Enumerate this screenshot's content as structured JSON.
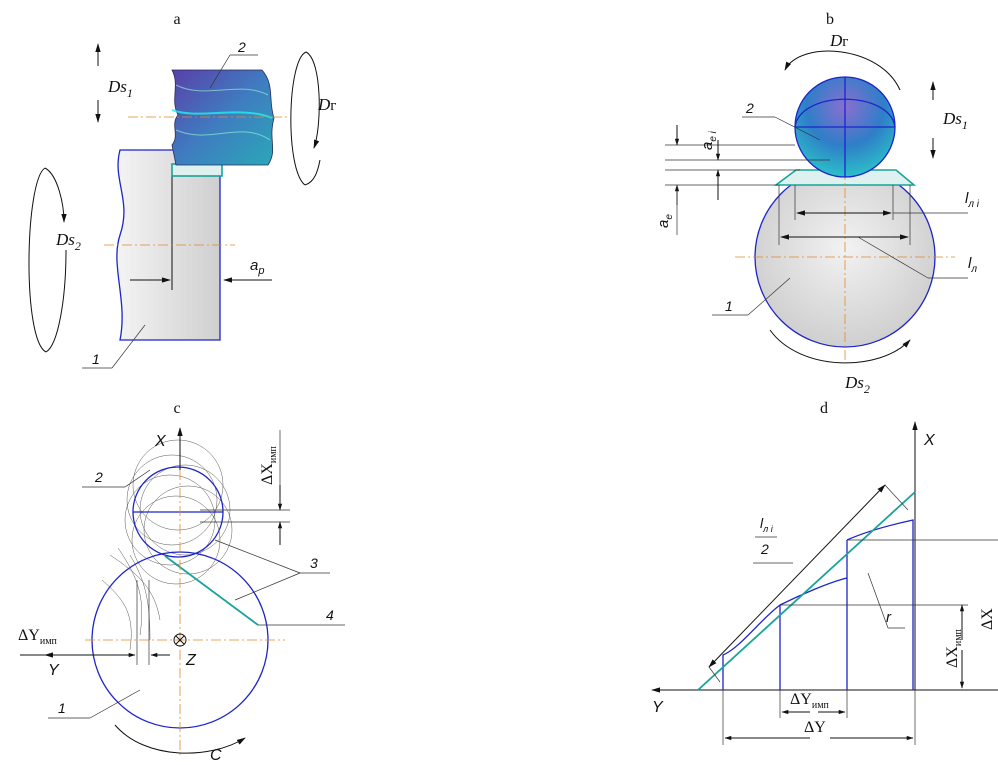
{
  "panels": {
    "a": {
      "title": "a",
      "labels": {
        "ds1": "Ds",
        "ds1_sub": "1",
        "dr": "D",
        "dr_sub": "г",
        "ds2": "Ds",
        "ds2_sub": "2",
        "ap": "a",
        "ap_sub": "p",
        "part1": "1",
        "part2": "2"
      }
    },
    "b": {
      "title": "b",
      "labels": {
        "dr": "D",
        "dr_sub": "г",
        "ds1": "Ds",
        "ds1_sub": "1",
        "ds2": "Ds",
        "ds2_sub": "2",
        "ae": "a",
        "ae_sub": "e",
        "aei": "a",
        "aei_sub": "e i",
        "lli": "l",
        "lli_sub": "л i",
        "ll": "l",
        "ll_sub": "л",
        "part1": "1",
        "part2": "2"
      }
    },
    "c": {
      "title": "c",
      "labels": {
        "x": "X",
        "y": "Y",
        "z": "Z",
        "c": "C",
        "dx": "ΔX",
        "dx_sub": "имп",
        "dy": "ΔY",
        "dy_sub": "имп",
        "part1": "1",
        "part2": "2",
        "part3": "3",
        "part4": "4"
      }
    },
    "d": {
      "title": "d",
      "labels": {
        "x": "X",
        "y": "Y",
        "lli_num": "l",
        "lli_num_sub": "л i",
        "lli_den": "2",
        "r": "r",
        "dx": "ΔX",
        "dx_imp": "ΔX",
        "dx_imp_sub": "имп",
        "dy": "ΔY",
        "dy_imp": "ΔY",
        "dy_imp_sub": "имп"
      }
    }
  },
  "colors": {
    "outline": "#1d25c8",
    "axis": "#e08a2a",
    "cut": "#1aa39a",
    "part": "#d6d6d6",
    "tool": "#3f7cc0"
  }
}
